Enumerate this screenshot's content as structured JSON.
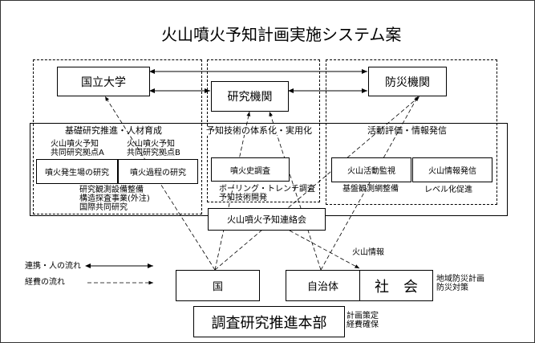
{
  "title": "火山噴火予知計画実施システム案",
  "orgs": {
    "university": "国立大学",
    "research": "研究機関",
    "disaster": "防災機関"
  },
  "sections": {
    "basic": {
      "heading": "基礎研究推進・人材育成",
      "hubA": [
        "火山噴火予知",
        "共同研究拠点A"
      ],
      "hubB": [
        "火山噴火予知",
        "共同研究拠点B"
      ],
      "box1": "噴火発生場の研究",
      "box2": "噴火過程の研究",
      "notes": [
        "研究観測設備整備",
        "構造探査事業(外注)",
        "国際共同研究"
      ]
    },
    "system": {
      "heading": "予知技術の体系化・実用化",
      "box": "噴火史調査",
      "notes": [
        "ボーリング・トレンチ調査",
        "予知技術開発"
      ]
    },
    "eval": {
      "heading": "活動評価・情報発信",
      "box1": "火山活動監視",
      "box2": "火山情報発信",
      "note1": "基盤観測網整備",
      "note2": "レベル化促進"
    }
  },
  "liaison": "火山噴火予知連絡会",
  "volcano_info": "火山情報",
  "legend": {
    "cooperation": "連携・人の流れ",
    "funding": "経費の流れ"
  },
  "bottom": {
    "nation": "国",
    "local": "自治体",
    "society": "社　会",
    "society_notes": [
      "地域防災計画",
      "防災対策"
    ],
    "hq": "調査研究推進本部",
    "hq_notes": [
      "計画策定",
      "経費確保"
    ]
  }
}
